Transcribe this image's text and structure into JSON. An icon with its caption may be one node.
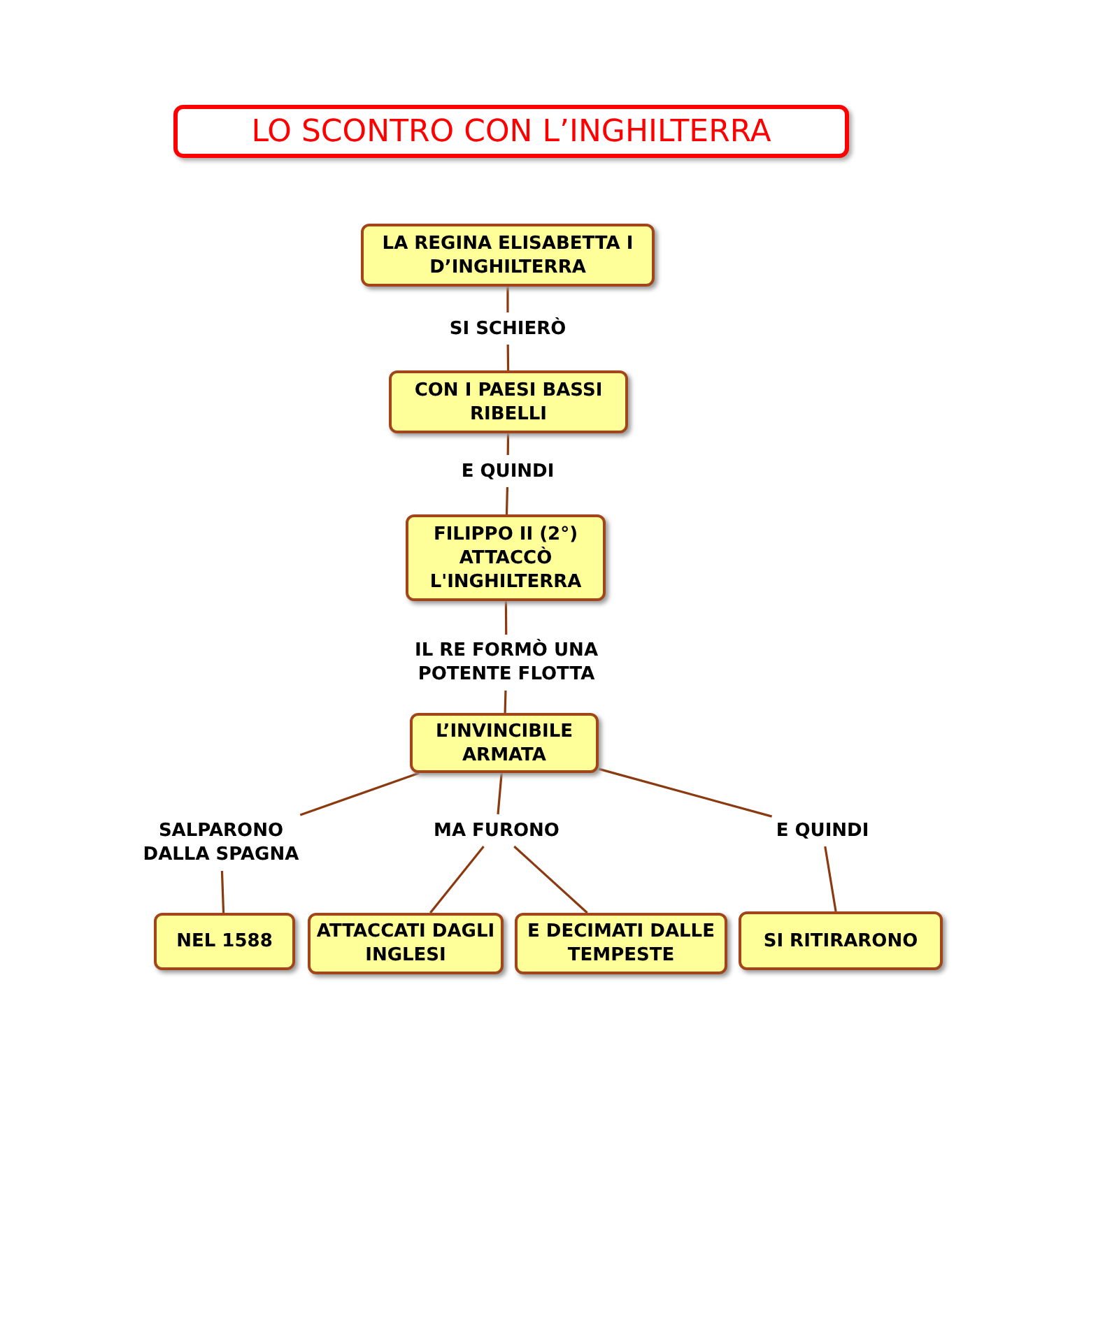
{
  "diagram": {
    "title": "LO SCONTRO CON L’INGHILTERRA",
    "nodes": [
      {
        "text": [
          "LA REGINA ELISABETTA I D’INGHILTERRA"
        ]
      },
      {
        "text": [
          "SI SCHIERÒ"
        ]
      },
      {
        "text": [
          "CON I PAESI BASSI RIBELLI"
        ]
      },
      {
        "text": [
          "E QUINDI"
        ]
      },
      {
        "text": [
          "FILIPPO II (2°) ATTACCÒ L'INGHILTERRA"
        ]
      },
      {
        "text": [
          "IL RE FORMÒ UNA POTENTE FLOTTA"
        ]
      },
      {
        "text": [
          "L’INVINCIBILE ARMATA"
        ]
      },
      {
        "text": [
          "SALPARONO DALLA SPAGNA"
        ]
      },
      {
        "text": [
          "MA FURONO"
        ]
      },
      {
        "text": [
          "E QUINDI"
        ]
      },
      {
        "text": [
          "NEL 1588"
        ]
      },
      {
        "text": [
          "ATTACCATI DAGLI INGLESI"
        ]
      },
      {
        "text": [
          "E DECIMATI DALLE TEMPESTE"
        ]
      },
      {
        "text": [
          "SI RITIRARONO"
        ]
      }
    ],
    "edges": [
      {
        "from": 0,
        "to": 1,
        "arrow": "none"
      },
      {
        "from": 1,
        "to": 2,
        "arrow": "none"
      },
      {
        "from": 2,
        "to": 3,
        "arrow": "none"
      },
      {
        "from": 3,
        "to": 4,
        "arrow": "none"
      },
      {
        "from": 4,
        "to": 5,
        "arrow": "none"
      },
      {
        "from": 5,
        "to": 6,
        "arrow": "none"
      },
      {
        "from": 6,
        "to": 7,
        "arrow": "none"
      },
      {
        "from": 6,
        "to": 8,
        "arrow": "none"
      },
      {
        "from": 6,
        "to": 9,
        "arrow": "none"
      },
      {
        "from": 7,
        "to": 10,
        "arrow": "none"
      },
      {
        "from": 8,
        "to": 11,
        "arrow": "none"
      },
      {
        "from": 8,
        "to": 12,
        "arrow": "none"
      },
      {
        "from": 9,
        "to": 13,
        "arrow": "none"
      }
    ]
  }
}
